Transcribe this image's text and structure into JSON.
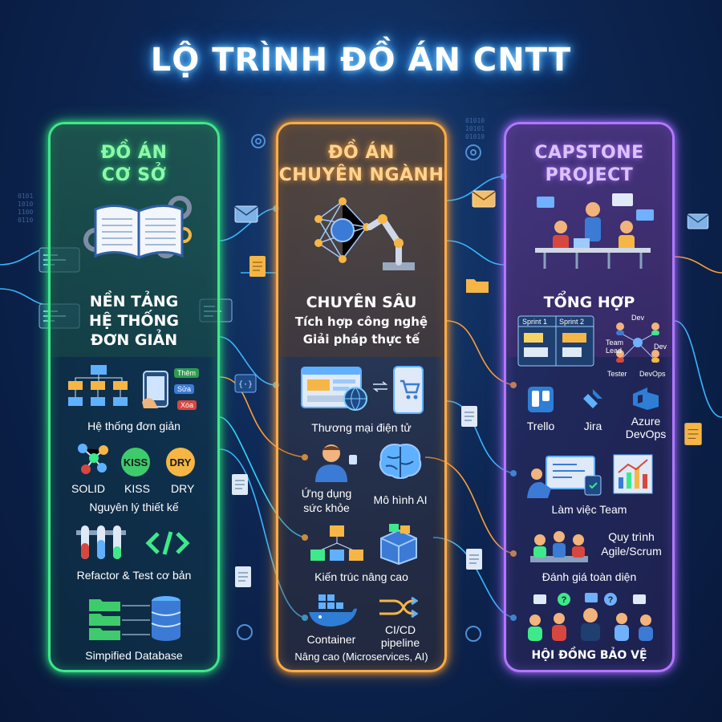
{
  "title": "LỘ TRÌNH ĐỒ ÁN CNTT",
  "columns": {
    "basic": {
      "head_line1": "ĐỒ ÁN",
      "head_line2": "CƠ SỞ",
      "sub_line1": "NỀN TẢNG",
      "sub_line2": "HỆ THỐNG",
      "sub_line3": "ĐƠN GIẢN",
      "crud_add": "Thêm",
      "crud_edit": "Sửa",
      "crud_delete": "Xóa",
      "item_simple_system": "Hệ thống đơn giản",
      "solid": "SOLID",
      "kiss_badge": "KISS",
      "dry_badge": "DRY",
      "kiss": "KISS",
      "dry": "DRY",
      "design_principles": "Nguyên lý thiết kế",
      "refactor_test": "Refactor & Test cơ bản",
      "simplified_db": "Simpified Database"
    },
    "specialized": {
      "head_line1": "ĐỒ ÁN",
      "head_line2": "CHUYÊN NGÀNH",
      "sub_line1": "CHUYÊN SÂU",
      "sub_line2": "Tích hợp công nghệ",
      "sub_line3": "Giải pháp thực tế",
      "ecommerce": "Thương mại điện tử",
      "health_line1": "Ứng dụng",
      "health_line2": "sức khỏe",
      "ai_model": "Mô hình AI",
      "advanced_arch": "Kiến trúc nâng cao",
      "container": "Container",
      "cicd_line1": "CI/CD",
      "cicd_line2": "pipeline",
      "advanced": "Nâng cao (Microservices, AI)"
    },
    "capstone": {
      "head_line1": "CAPSTONE",
      "head_line2": "PROJECT",
      "sub_line1": "TỔNG HỢP",
      "sprint1": "Sprint 1",
      "sprint2": "Sprint 2",
      "role_team_lead_1": "Team",
      "role_team_lead_2": "Lead",
      "role_dev_1": "Dev",
      "role_dev_2": "Dev",
      "role_tester": "Tester",
      "role_devops": "DevOps",
      "trello": "Trello",
      "jira": "Jira",
      "azure_line1": "Azure",
      "azure_line2": "DevOps",
      "teamwork": "Làm việc Team",
      "agile_line1": "Quy trình",
      "agile_line2": "Agile/Scrum",
      "evaluation": "Đánh giá toàn diện",
      "committee": "HỘI ĐỒNG BẢO VỆ"
    }
  },
  "colors": {
    "green": "#3ee98a",
    "orange": "#ffac47",
    "purple": "#b277ff",
    "bg": "#0d2652"
  }
}
